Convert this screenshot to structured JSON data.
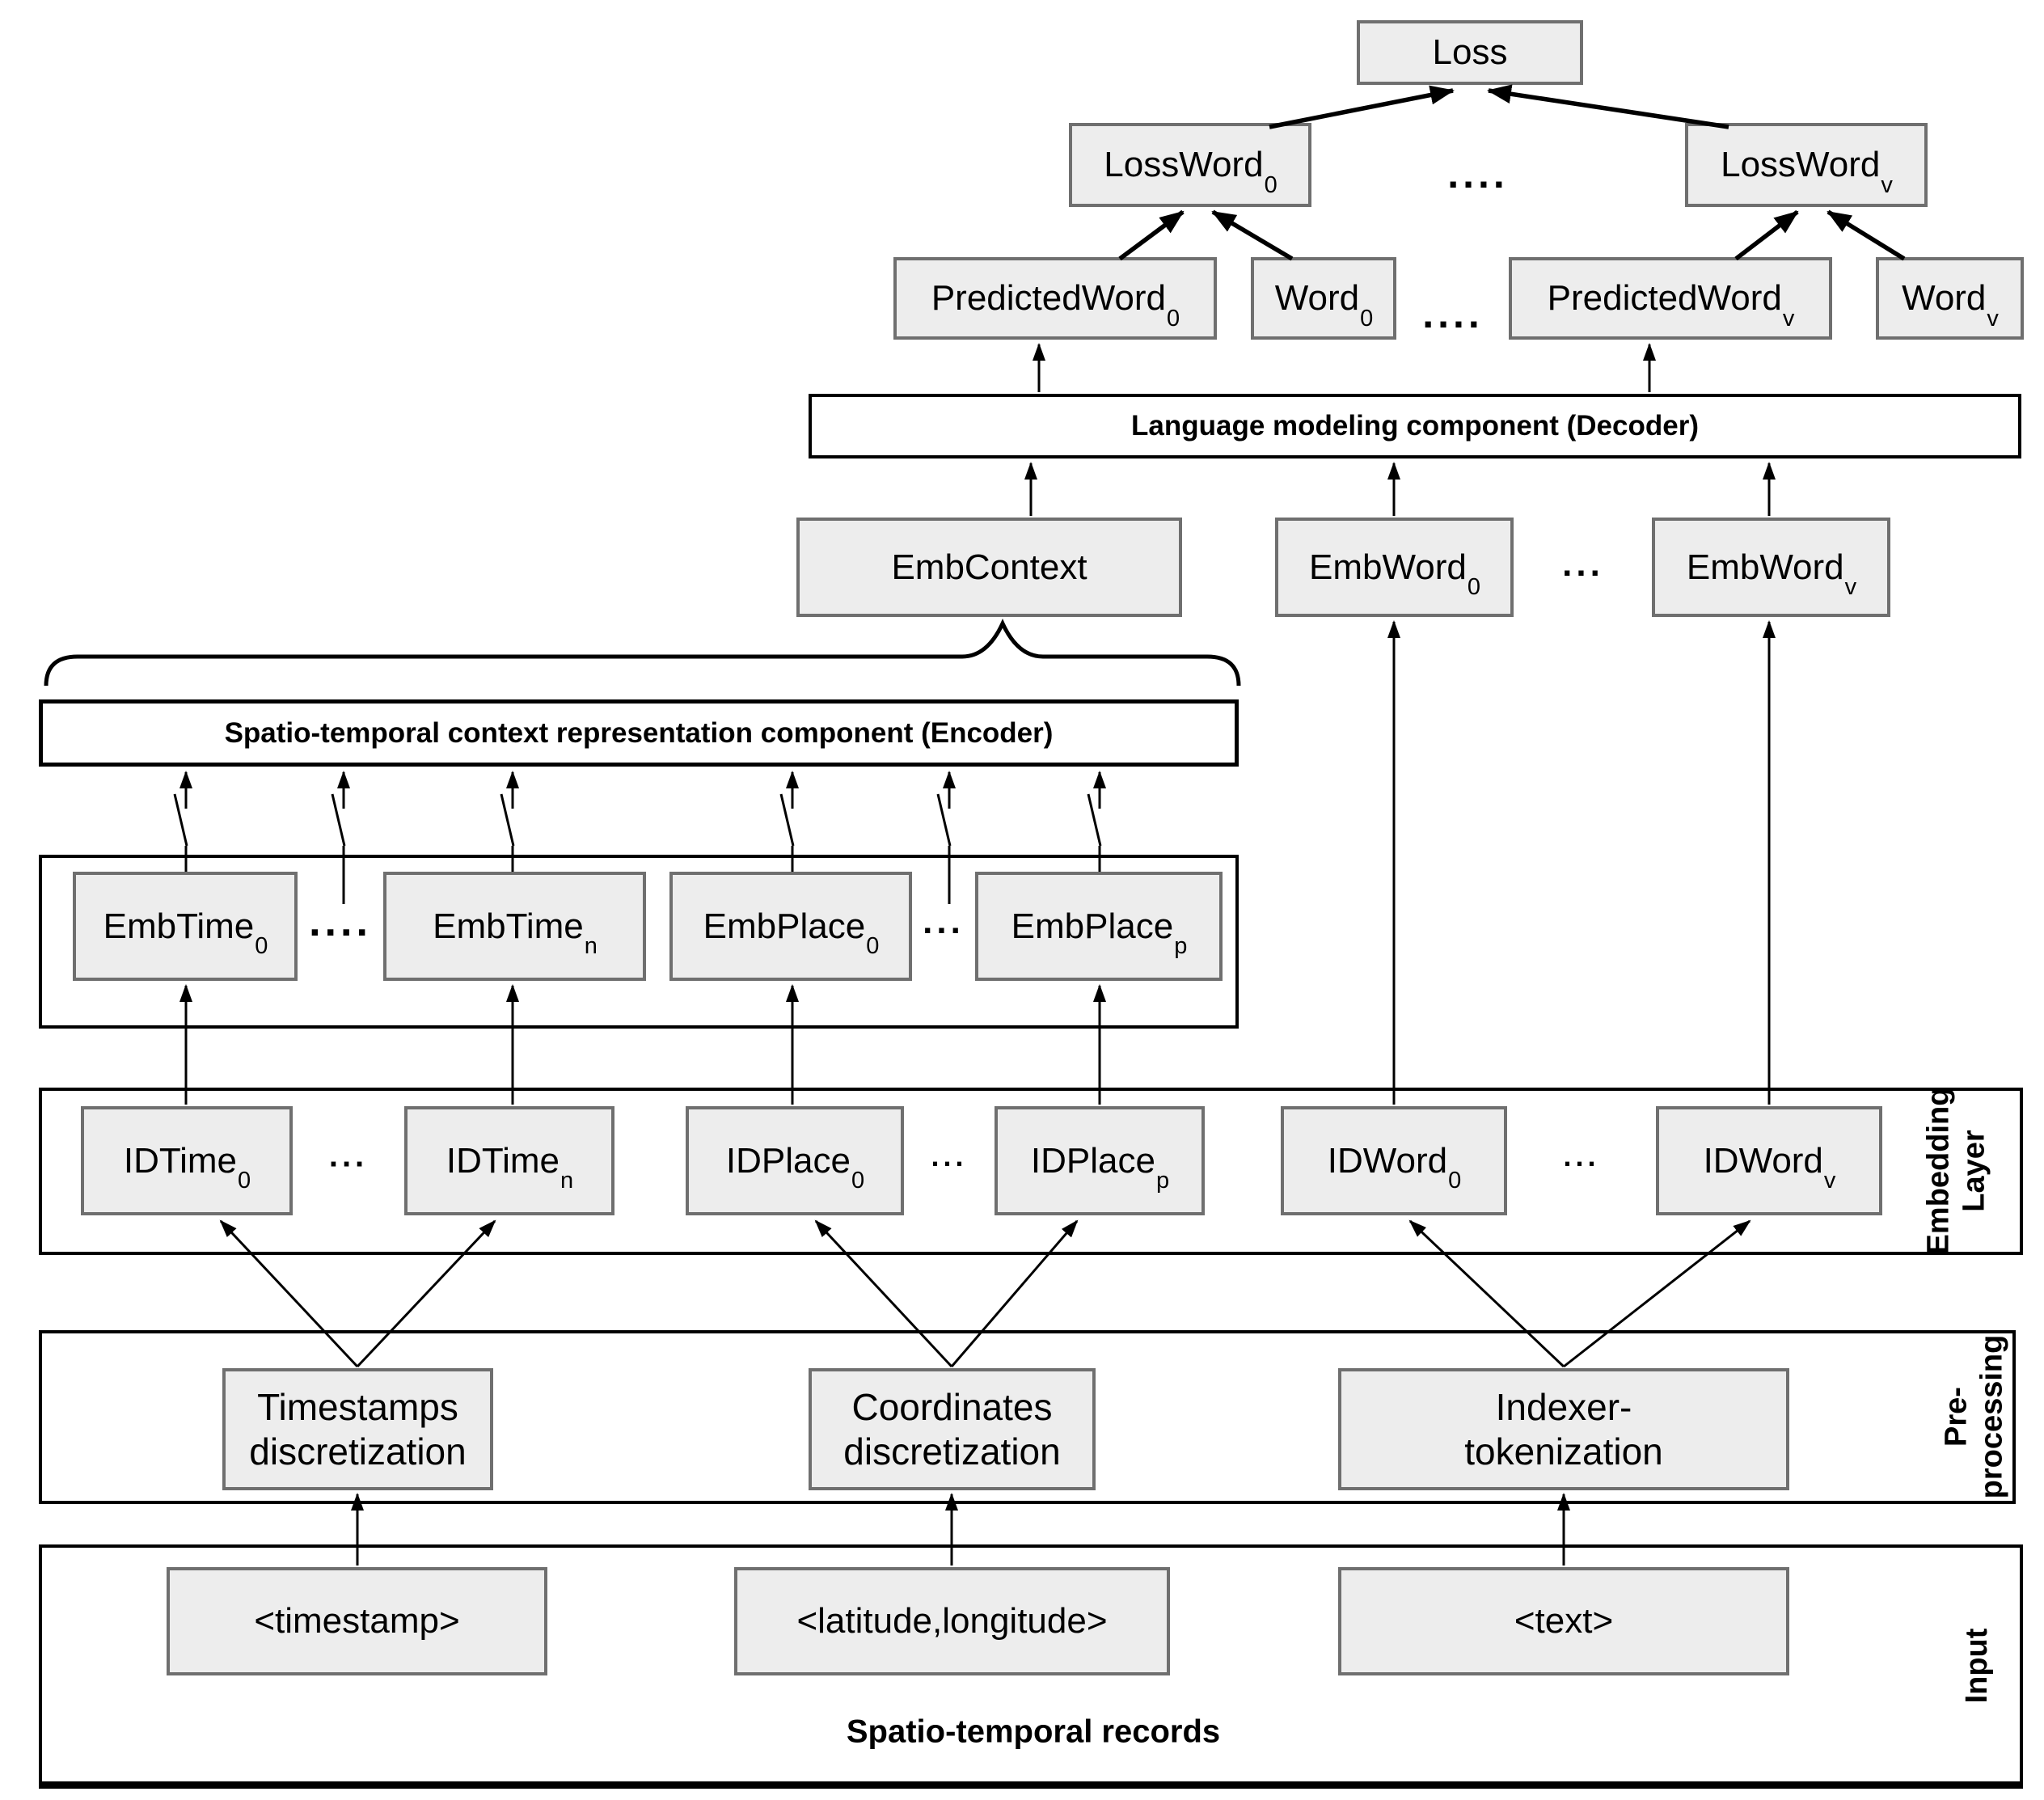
{
  "diagram": {
    "nodes": {
      "loss": {
        "label": "Loss"
      },
      "loss_word_0": {
        "label": "LossWord",
        "sub": "0"
      },
      "loss_word_v": {
        "label": "LossWord",
        "sub": "v"
      },
      "predicted_word_0": {
        "label": "PredictedWord",
        "sub": "0"
      },
      "word_0": {
        "label": "Word",
        "sub": "0"
      },
      "predicted_word_v": {
        "label": "PredictedWord",
        "sub": "v"
      },
      "word_v": {
        "label": "Word",
        "sub": "v"
      },
      "emb_context": {
        "label": "EmbContext"
      },
      "emb_word_0": {
        "label": "EmbWord",
        "sub": "0"
      },
      "emb_word_v": {
        "label": "EmbWord",
        "sub": "v"
      },
      "emb_time_0": {
        "label": "EmbTime",
        "sub": "0"
      },
      "emb_time_n": {
        "label": "EmbTime",
        "sub": "n"
      },
      "emb_place_0": {
        "label": "EmbPlace",
        "sub": "0"
      },
      "emb_place_p": {
        "label": "EmbPlace",
        "sub": "p"
      },
      "id_time_0": {
        "label": "IDTime",
        "sub": "0"
      },
      "id_time_n": {
        "label": "IDTime",
        "sub": "n"
      },
      "id_place_0": {
        "label": "IDPlace",
        "sub": "0"
      },
      "id_place_p": {
        "label": "IDPlace",
        "sub": "p"
      },
      "id_word_0": {
        "label": "IDWord",
        "sub": "0"
      },
      "id_word_v": {
        "label": "IDWord",
        "sub": "v"
      },
      "timestamps_discretization": {
        "label": "Timestamps\ndiscretization"
      },
      "coordinates_discretization": {
        "label": "Coordinates\ndiscretization"
      },
      "indexer_tokenization": {
        "label": "Indexer-\ntokenization"
      },
      "input_timestamp": {
        "label": "<timestamp>"
      },
      "input_latlong": {
        "label": "<latitude,longitude>"
      },
      "input_text": {
        "label": "<text>"
      }
    },
    "components": {
      "decoder_label": "Language modeling component (Decoder)",
      "encoder_label": "Spatio-temporal context representation component (Encoder)"
    },
    "bands": {
      "embedding_layer": "Embedding\nLayer",
      "preprocessing": "Pre-\nprocessing",
      "input": "Input"
    },
    "caption": "Spatio-temporal records",
    "ellipses": {
      "between_loss_words": "....",
      "between_word_rows": "....",
      "between_emb_words": "...",
      "between_emb_times": "....",
      "between_emb_places": "...",
      "between_id_times": "...",
      "between_id_places": "...",
      "between_id_words": "..."
    },
    "colors": {
      "node_fill": "#ededed",
      "node_border": "#6f6f6f",
      "line": "#000000",
      "band_fill": "#ffffff"
    }
  }
}
